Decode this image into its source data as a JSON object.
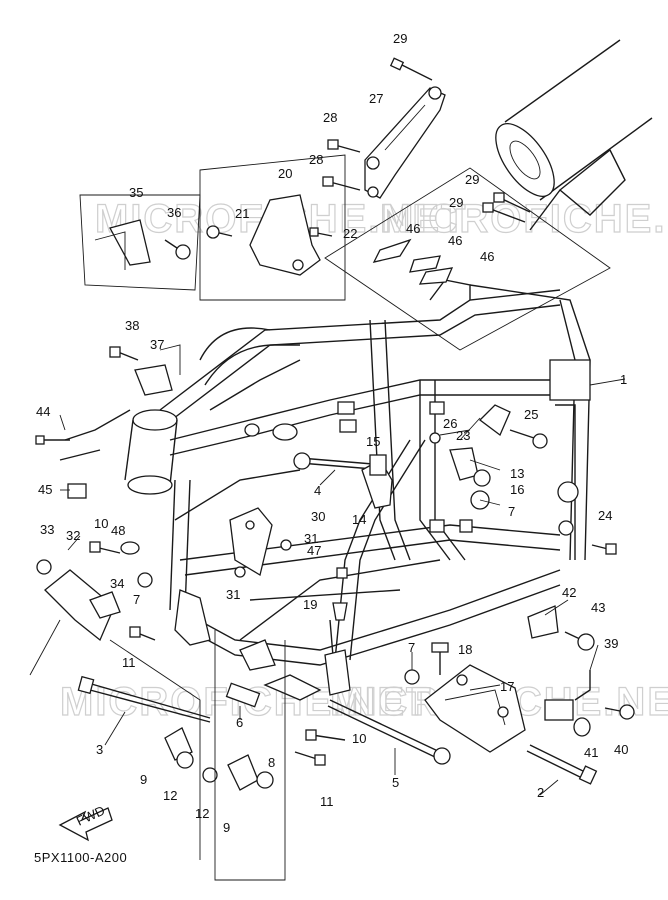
{
  "diagram": {
    "catalog_code": "5PX1100-A200",
    "watermark_text": "MICROFICHE.NET",
    "fwd_label": "FWD",
    "colors": {
      "ink": "#1a1a1a",
      "watermark": "#cfcfcf"
    },
    "callouts": {
      "c1": "1",
      "c2": "2",
      "c3": "3",
      "c4": "4",
      "c5": "5",
      "c6": "6",
      "c7a": "7",
      "c7b": "7",
      "c7c": "7",
      "c8": "8",
      "c9a": "9",
      "c9b": "9",
      "c10a": "10",
      "c10b": "10",
      "c11a": "11",
      "c11b": "11",
      "c12a": "12",
      "c12b": "12",
      "c13": "13",
      "c14": "14",
      "c15": "15",
      "c16": "16",
      "c17": "17",
      "c18": "18",
      "c19": "19",
      "c20": "20",
      "c21": "21",
      "c22": "22",
      "c23": "23",
      "c24": "24",
      "c25": "25",
      "c26": "26",
      "c27": "27",
      "c28a": "28",
      "c28b": "28",
      "c29a": "29",
      "c29b": "29",
      "c29c": "29",
      "c30": "30",
      "c31a": "31",
      "c31b": "31",
      "c32": "32",
      "c33": "33",
      "c34": "34",
      "c35": "35",
      "c36": "36",
      "c37": "37",
      "c38": "38",
      "c39": "39",
      "c40": "40",
      "c41": "41",
      "c42": "42",
      "c43": "43",
      "c44": "44",
      "c45": "45",
      "c46a": "46",
      "c46b": "46",
      "c46c": "46",
      "c47": "47",
      "c48": "48"
    }
  }
}
